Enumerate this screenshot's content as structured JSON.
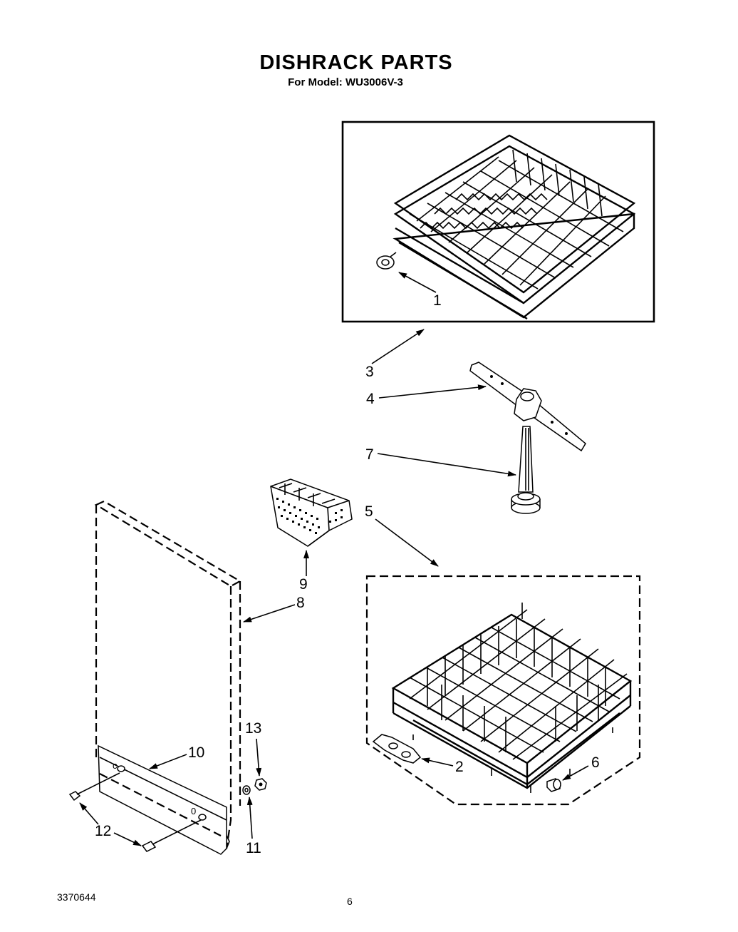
{
  "header": {
    "title": "DISHRACK PARTS",
    "subtitle": "For Model: WU3006V-3"
  },
  "footer": {
    "doc_number": "3370644",
    "page_number": "6"
  },
  "callouts": {
    "c1": "1",
    "c2": "2",
    "c3": "3",
    "c4": "4",
    "c5": "5",
    "c6": "6",
    "c7": "7",
    "c8": "8",
    "c9": "9",
    "c10": "10",
    "c11": "11",
    "c12": "12",
    "c13": "13"
  }
}
